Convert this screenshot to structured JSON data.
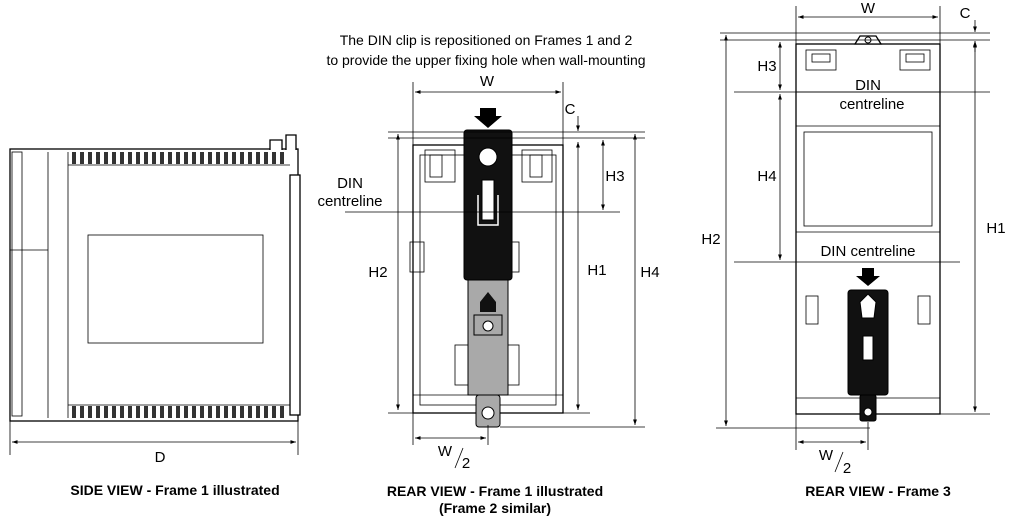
{
  "note": {
    "line1": "The DIN clip is repositioned on Frames 1 and 2",
    "line2": "to provide the upper fixing hole when wall-mounting"
  },
  "side_view": {
    "caption": "SIDE VIEW - Frame 1 illustrated",
    "dim_d": "D"
  },
  "rear_view_1": {
    "caption_line1": "REAR VIEW - Frame 1 illustrated",
    "caption_line2": "(Frame 2 similar)",
    "dim_w": "W",
    "dim_c": "C",
    "dim_h1": "H1",
    "dim_h2": "H2",
    "dim_h3": "H3",
    "dim_h4": "H4",
    "din_line1": "DIN",
    "din_line2": "centreline",
    "dim_half_w_num": "W",
    "dim_half_w_den": "2"
  },
  "rear_view_3": {
    "caption": "REAR VIEW - Frame 3",
    "dim_w": "W",
    "dim_c": "C",
    "dim_h1": "H1",
    "dim_h2": "H2",
    "dim_h3": "H3",
    "dim_h4": "H4",
    "din_upper_line1": "DIN",
    "din_upper_line2": "centreline",
    "din_lower": "DIN centreline",
    "dim_half_w_num": "W",
    "dim_half_w_den": "2"
  }
}
